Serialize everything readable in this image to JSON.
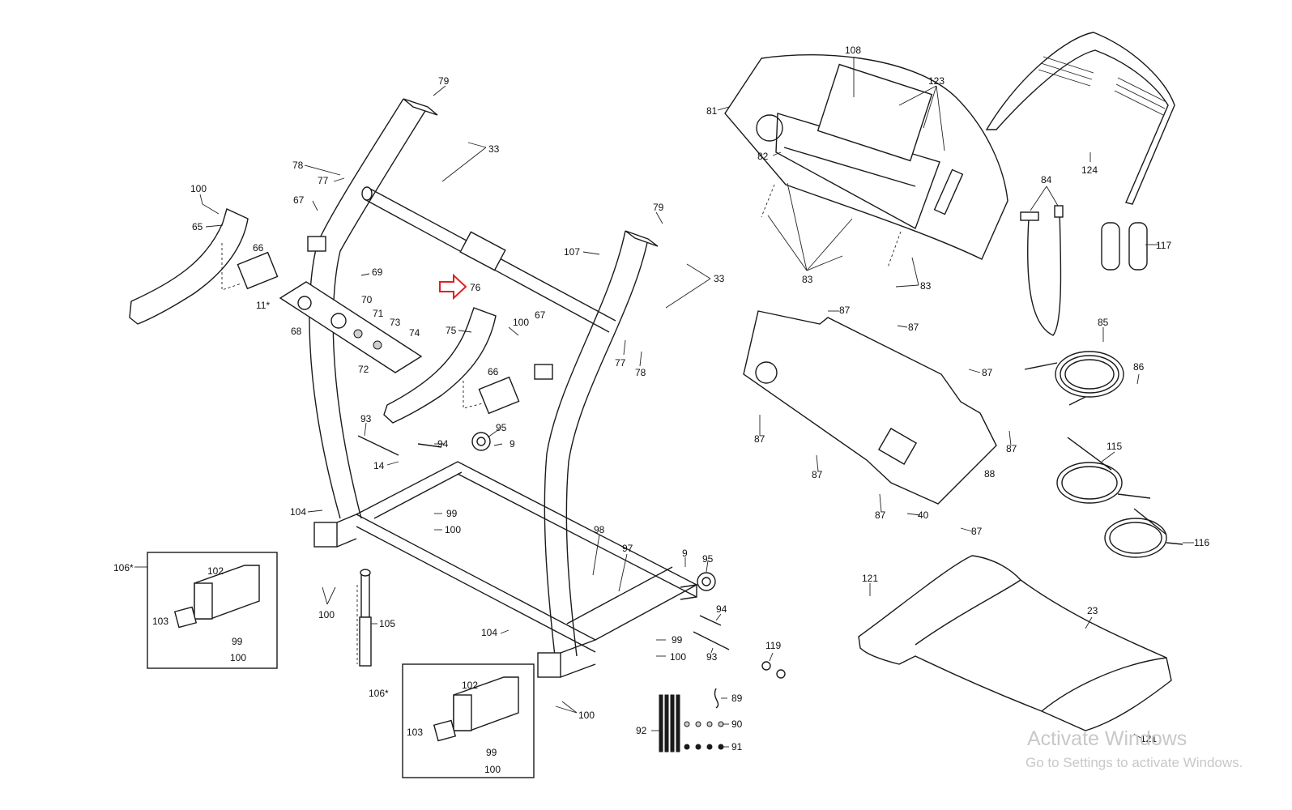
{
  "diagram": {
    "callouts": [
      {
        "id": "c79a",
        "text": "79"
      },
      {
        "id": "c33a",
        "text": "33"
      },
      {
        "id": "c78a",
        "text": "78"
      },
      {
        "id": "c77a",
        "text": "77"
      },
      {
        "id": "c100a",
        "text": "100"
      },
      {
        "id": "c67a",
        "text": "67"
      },
      {
        "id": "c65",
        "text": "65"
      },
      {
        "id": "c66a",
        "text": "66"
      },
      {
        "id": "c69",
        "text": "69"
      },
      {
        "id": "c70",
        "text": "70"
      },
      {
        "id": "c71",
        "text": "71"
      },
      {
        "id": "c73",
        "text": "73"
      },
      {
        "id": "c74",
        "text": "74"
      },
      {
        "id": "c72",
        "text": "72"
      },
      {
        "id": "c11",
        "text": "11*"
      },
      {
        "id": "c68",
        "text": "68"
      },
      {
        "id": "c76",
        "text": "76"
      },
      {
        "id": "c79b",
        "text": "79"
      },
      {
        "id": "c107",
        "text": "107"
      },
      {
        "id": "c33b",
        "text": "33"
      },
      {
        "id": "c75",
        "text": "75"
      },
      {
        "id": "c100b",
        "text": "100"
      },
      {
        "id": "c67b",
        "text": "67"
      },
      {
        "id": "c77b",
        "text": "77"
      },
      {
        "id": "c78b",
        "text": "78"
      },
      {
        "id": "c66b",
        "text": "66"
      },
      {
        "id": "c93a",
        "text": "93"
      },
      {
        "id": "c94a",
        "text": "94"
      },
      {
        "id": "c95a",
        "text": "95"
      },
      {
        "id": "c9a",
        "text": "9"
      },
      {
        "id": "c14",
        "text": "14"
      },
      {
        "id": "c104a",
        "text": "104"
      },
      {
        "id": "c99a",
        "text": "99"
      },
      {
        "id": "c100c",
        "text": "100"
      },
      {
        "id": "c106a",
        "text": "106*"
      },
      {
        "id": "c102a",
        "text": "102"
      },
      {
        "id": "c103a",
        "text": "103"
      },
      {
        "id": "c99b",
        "text": "99"
      },
      {
        "id": "c100d",
        "text": "100"
      },
      {
        "id": "c100e",
        "text": "100"
      },
      {
        "id": "c105",
        "text": "105"
      },
      {
        "id": "c98",
        "text": "98"
      },
      {
        "id": "c97",
        "text": "97"
      },
      {
        "id": "c9b",
        "text": "9"
      },
      {
        "id": "c95b",
        "text": "95"
      },
      {
        "id": "c94b",
        "text": "94"
      },
      {
        "id": "c104b",
        "text": "104"
      },
      {
        "id": "c99c",
        "text": "99"
      },
      {
        "id": "c100f",
        "text": "100"
      },
      {
        "id": "c93b",
        "text": "93"
      },
      {
        "id": "c106b",
        "text": "106*"
      },
      {
        "id": "c102b",
        "text": "102"
      },
      {
        "id": "c103b",
        "text": "103"
      },
      {
        "id": "c99d",
        "text": "99"
      },
      {
        "id": "c100g",
        "text": "100"
      },
      {
        "id": "c100h",
        "text": "100"
      },
      {
        "id": "c119",
        "text": "119"
      },
      {
        "id": "c89",
        "text": "89"
      },
      {
        "id": "c90",
        "text": "90"
      },
      {
        "id": "c91",
        "text": "91"
      },
      {
        "id": "c92",
        "text": "92"
      },
      {
        "id": "c108",
        "text": "108"
      },
      {
        "id": "c123",
        "text": "123"
      },
      {
        "id": "c81",
        "text": "81"
      },
      {
        "id": "c82",
        "text": "82"
      },
      {
        "id": "c83a",
        "text": "83"
      },
      {
        "id": "c83b",
        "text": "83"
      },
      {
        "id": "c124",
        "text": "124"
      },
      {
        "id": "c84",
        "text": "84"
      },
      {
        "id": "c117",
        "text": "117"
      },
      {
        "id": "c85",
        "text": "85"
      },
      {
        "id": "c86",
        "text": "86"
      },
      {
        "id": "c87a",
        "text": "87"
      },
      {
        "id": "c87b",
        "text": "87"
      },
      {
        "id": "c87c",
        "text": "87"
      },
      {
        "id": "c87d",
        "text": "87"
      },
      {
        "id": "c87e",
        "text": "87"
      },
      {
        "id": "c87f",
        "text": "87"
      },
      {
        "id": "c87g",
        "text": "87"
      },
      {
        "id": "c87h",
        "text": "87"
      },
      {
        "id": "c88",
        "text": "88"
      },
      {
        "id": "c40",
        "text": "40"
      },
      {
        "id": "c115",
        "text": "115"
      },
      {
        "id": "c116",
        "text": "116"
      },
      {
        "id": "c121a",
        "text": "121"
      },
      {
        "id": "c23",
        "text": "23"
      },
      {
        "id": "c121b",
        "text": "121"
      }
    ],
    "highlight_color": "#e02020"
  },
  "watermark": {
    "title": "Activate Windows",
    "subtitle": "Go to Settings to activate Windows."
  }
}
